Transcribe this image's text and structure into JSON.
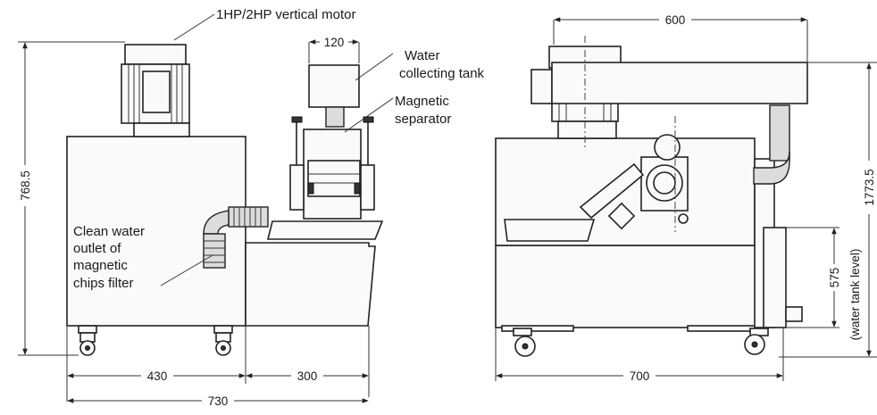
{
  "labels": {
    "motor": "1HP/2HP vertical motor",
    "tank_1": "Water",
    "tank_2": "collecting tank",
    "separator_1": "Magnetic",
    "separator_2": "separator",
    "outlet_1": "Clean water",
    "outlet_2": "outlet of",
    "outlet_3": "magnetic",
    "outlet_4": "chips filter"
  },
  "dimensions": {
    "d120": "120",
    "d768": "768.5",
    "d430": "430",
    "d300": "300",
    "d730": "730",
    "d600": "600",
    "d1773": "1773.5",
    "d575": "575",
    "water_level": "(water tank level)",
    "d700": "700"
  }
}
